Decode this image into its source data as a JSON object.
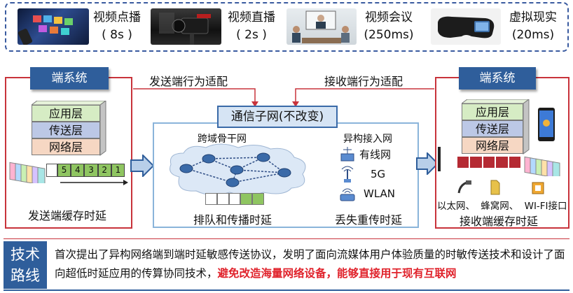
{
  "apps": [
    {
      "name": "视频点播",
      "latency": "( 8s )"
    },
    {
      "name": "视频直播",
      "latency": "( 2s )"
    },
    {
      "name": "视频会议",
      "latency": "(250ms)"
    },
    {
      "name": "虚拟现实",
      "latency": "(20ms)"
    }
  ],
  "left_end": {
    "title": "端系统",
    "layers": [
      "应用层",
      "传送层",
      "网络层"
    ],
    "buffer_numbers": [
      "5",
      "4",
      "3",
      "2",
      "1"
    ],
    "caption": "发送端缓存时延"
  },
  "right_end": {
    "title": "端系统",
    "layers": [
      "应用层",
      "传送层",
      "网络层"
    ],
    "access_labels": [
      "以太网、",
      "蜂窝网、",
      "WI-FI接口"
    ],
    "caption": "接收端缓存时延"
  },
  "adapt": {
    "sender": "发送端行为适配",
    "receiver": "接收端行为适配"
  },
  "subnet": {
    "title": "通信子网(不改变)",
    "backbone": "跨域骨干网",
    "access": "异构接入网",
    "access_types": [
      "有线网",
      "5G",
      "WLAN"
    ],
    "queue_caption": "排队和传播时延",
    "loss_caption": "丢失重传时延"
  },
  "tech": {
    "label_line1": "技术",
    "label_line2": "路线",
    "text_plain": "首次提出了异构网络端到端时延敏感传送协议，发明了面向流媒体用户体验质量的时敏传送技术和设计了面向超低时延应用的传算协同技术，",
    "text_highlight": "避免改造海量网络设备，能够直接用于现有互联网"
  },
  "colors": {
    "accent_blue": "#2f5e9b",
    "frame_red": "#c8333b",
    "highlight_red": "#e0222b",
    "app_layer": "#d6ecc4",
    "transport_layer": "#bcc8e6",
    "network_layer": "#f6d7c3"
  }
}
